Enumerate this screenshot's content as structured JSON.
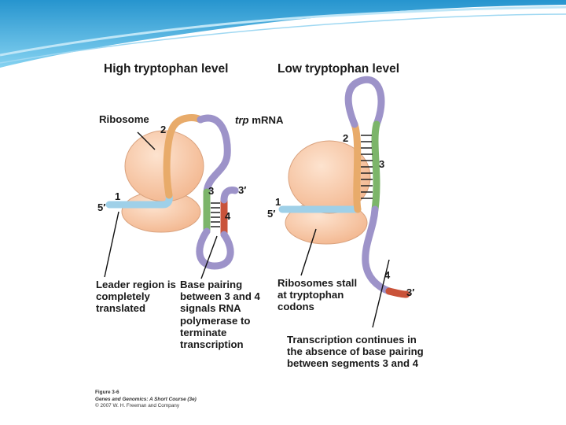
{
  "headings": {
    "high": "High tryptophan level",
    "low": "Low tryptophan level"
  },
  "labels": {
    "ribosome": "Ribosome",
    "trp_italic": "trp",
    "mrna": " mRNA"
  },
  "left_numbers": {
    "seg1": "1",
    "seg2": "2",
    "seg3": "3",
    "seg4": "4",
    "five_prime": "5′",
    "three_prime": "3′"
  },
  "right_numbers": {
    "seg1": "1",
    "seg2": "2",
    "seg3": "3",
    "seg4": "4",
    "five_prime": "5′",
    "three_prime": "3′"
  },
  "callouts": {
    "leader": "Leader region is completely translated",
    "pairing": "Base pairing between 3 and 4 signals RNA polymerase to terminate transcription",
    "stall": "Ribosomes stall at tryptophan codons",
    "continues": "Transcription continues in the absence of base pairing between segments 3 and 4"
  },
  "caption": {
    "figure": "Figure 3-6",
    "book": "Genes and Genomics: A Short Course (3e)",
    "copyright": "© 2007 W. H. Freeman and Company"
  },
  "colors": {
    "header_wave": "#2a9fd6",
    "segment1": "#9fd0e8",
    "segment2": "#e8ab6a",
    "segment3": "#7cb56a",
    "segment4": "#c9533a",
    "loop": "#9d93c9",
    "ribosome": "#f7c9a8"
  }
}
